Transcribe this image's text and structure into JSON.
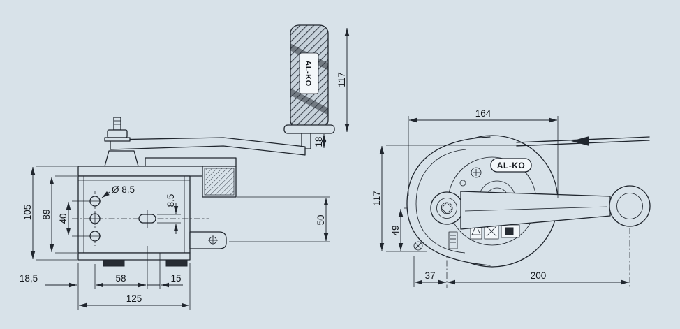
{
  "meta": {
    "background": "#d8e2e9",
    "line_color": "#20262e",
    "brand": "AL-KO"
  },
  "left_view": {
    "dims": {
      "grip_height": "117",
      "arm_offset": "18",
      "body_height": "105",
      "plate_height": "89",
      "hole_spacing": "40",
      "hole_diameter": "Ø 8,5",
      "slot_height": "8,5",
      "drum_height": "50",
      "edge_to_hole": "18,5",
      "hole_to_slot": "58",
      "slot_to_edge": "15",
      "base_width": "125"
    }
  },
  "right_view": {
    "dims": {
      "housing_width": "164",
      "housing_height": "117",
      "hub_height": "49",
      "hub_offset": "37",
      "handle_reach": "200"
    }
  }
}
